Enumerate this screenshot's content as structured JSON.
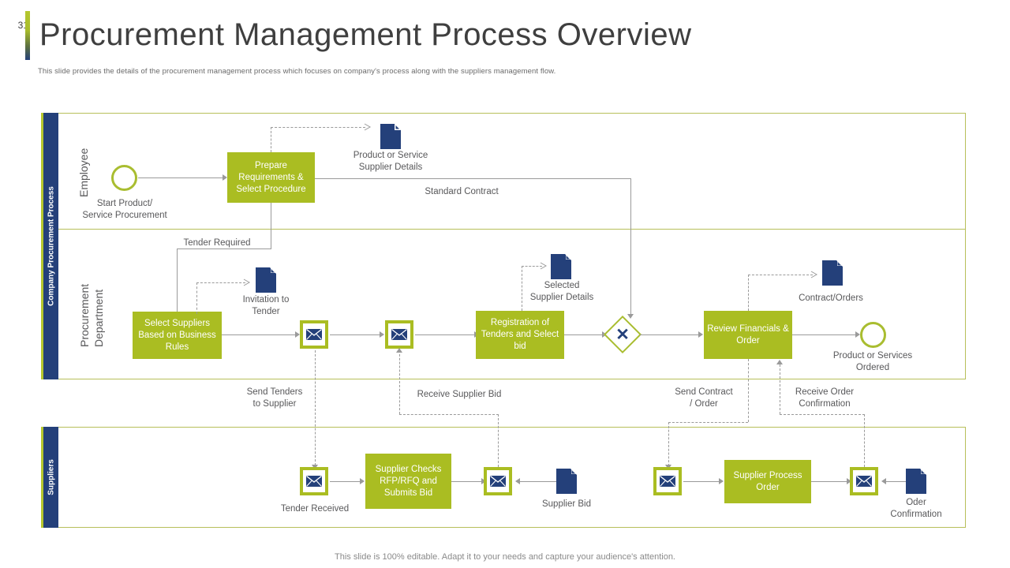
{
  "slide": {
    "number": "31",
    "title": "Procurement Management Process Overview",
    "subtitle": "This slide provides the details of the procurement management process which focuses on company's process along with the suppliers management flow.",
    "footer": "This slide is 100% editable. Adapt it to your needs and capture your audience's attention."
  },
  "colors": {
    "olive": "#AABD22",
    "olive_border": "#A9BD30",
    "navy": "#24407A",
    "pool_border": "#B7BF5A",
    "connector": "#9A9A9A",
    "text_gray": "#58585A"
  },
  "pools": [
    {
      "id": "company",
      "label": "Company Procurement Process"
    },
    {
      "id": "suppliers",
      "label": "Suppliers"
    }
  ],
  "lanes": [
    {
      "id": "employee",
      "label": "Employee"
    },
    {
      "id": "procurement-department",
      "label": "Procurement\nDepartment"
    }
  ],
  "tasks": [
    {
      "id": "prepare-requirements",
      "label": "Prepare Requirements & Select Procedure"
    },
    {
      "id": "select-suppliers",
      "label": "Select Suppliers Based on Business Rules"
    },
    {
      "id": "registration-tenders",
      "label": "Registration of Tenders and Select bid"
    },
    {
      "id": "review-financials",
      "label": "Review Financials & Order"
    },
    {
      "id": "supplier-checks-rfp",
      "label": "Supplier Checks RFP/RFQ and Submits Bid"
    },
    {
      "id": "supplier-process-order",
      "label": "Supplier Process Order"
    }
  ],
  "events": [
    {
      "id": "start-event",
      "label": "Start Product/\nService Procurement",
      "type": "start"
    },
    {
      "id": "end-event",
      "label": "Product or Services\nOrdered",
      "type": "end"
    }
  ],
  "gateway": {
    "id": "exclusive-gateway",
    "symbol": "✕"
  },
  "documents": [
    {
      "id": "product-service-supplier-details",
      "label": "Product or Service\nSupplier Details"
    },
    {
      "id": "invitation-to-tender",
      "label": "Invitation to\nTender"
    },
    {
      "id": "selected-supplier-details",
      "label": "Selected\nSupplier Details"
    },
    {
      "id": "contract-orders",
      "label": "Contract/Orders"
    },
    {
      "id": "supplier-bid",
      "label": "Supplier Bid"
    },
    {
      "id": "oder-confirmation",
      "label": "Oder\nConfirmation"
    }
  ],
  "message_events": [
    {
      "id": "msg-send-tenders",
      "label": ""
    },
    {
      "id": "msg-receive-bid",
      "label": ""
    },
    {
      "id": "msg-tender-received",
      "label": "Tender Received"
    },
    {
      "id": "msg-bid-submitted",
      "label": ""
    },
    {
      "id": "msg-send-contract",
      "label": ""
    },
    {
      "id": "msg-receive-confirmation",
      "label": ""
    },
    {
      "id": "msg-order-received",
      "label": ""
    },
    {
      "id": "msg-order-confirmed",
      "label": ""
    }
  ],
  "flow_labels": [
    {
      "id": "standard-contract",
      "label": "Standard Contract"
    },
    {
      "id": "tender-required",
      "label": "Tender Required"
    },
    {
      "id": "send-tenders-to-supplier",
      "label": "Send Tenders\nto Supplier"
    },
    {
      "id": "receive-supplier-bid",
      "label": "Receive Supplier Bid"
    },
    {
      "id": "send-contract-order",
      "label": "Send Contract\n/ Order"
    },
    {
      "id": "receive-order-confirmation",
      "label": "Receive Order\nConfirmation"
    }
  ]
}
